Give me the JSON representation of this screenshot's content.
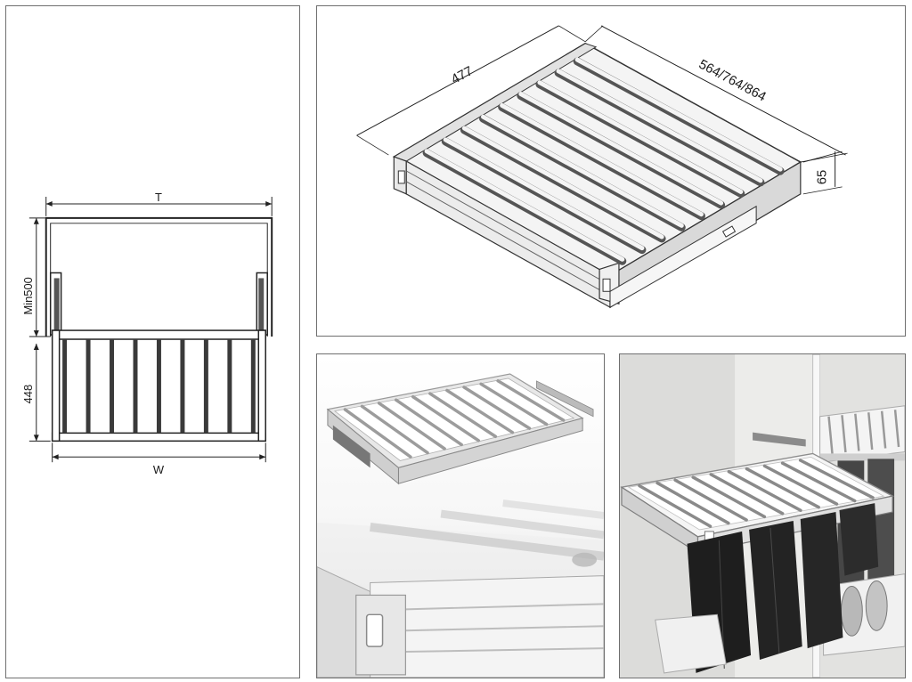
{
  "figure": {
    "panels": [
      {
        "id": "front-view-drawing",
        "kind": "technical-drawing"
      },
      {
        "id": "isometric-drawing",
        "kind": "technical-drawing"
      },
      {
        "id": "product-closeup-photo",
        "kind": "photo"
      },
      {
        "id": "installed-wardrobe-photo",
        "kind": "photo"
      }
    ]
  },
  "front_view": {
    "width_top_label": "T",
    "depth_label": "Min500",
    "height_label": "448",
    "width_bottom_label": "W",
    "rail_count": 9
  },
  "isometric_view": {
    "depth_label": "477",
    "length_label": "564/764/864",
    "height_label": "65",
    "rod_count": 9
  },
  "colors": {
    "frame_line": "#6f6f6f",
    "drawing_stroke": "#222222",
    "photo_white": "#f2f2f0",
    "trouser_black": "#1e1e1e"
  }
}
